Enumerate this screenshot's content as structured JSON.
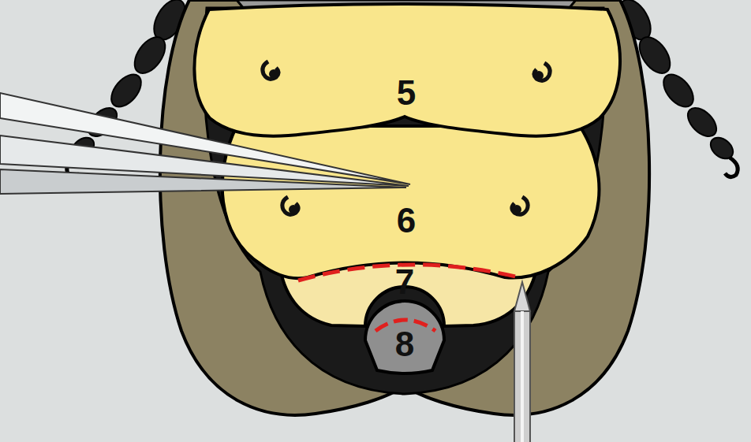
{
  "diagram": {
    "labels": [
      "5",
      "6",
      "7",
      "8"
    ]
  }
}
